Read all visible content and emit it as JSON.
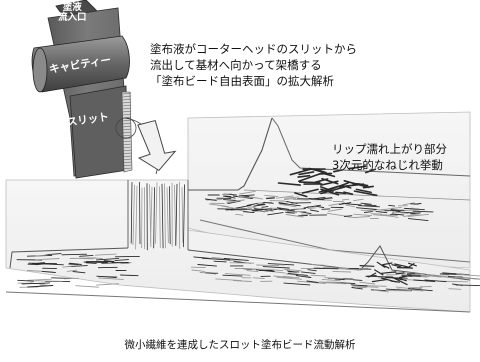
{
  "labels": {
    "inlet_line1": "塗液",
    "inlet_line2": "流入口",
    "cavity": "キャビティー",
    "slit": "スリット"
  },
  "description": {
    "line1": "塗布液がコーターヘッドのスリットから",
    "line2": "流出して基材へ向かって架橋する",
    "line3": "「塗布ビード自由表面」の拡大解析"
  },
  "lip_note": {
    "line1": "リップ濡れ上がり部分",
    "line2": "3次元的なねじれ挙動"
  },
  "caption": "微小繊維を連成したスロット塗布ビード流動解析",
  "colors": {
    "head_body": "#6e6e6e",
    "head_dark": "#454545",
    "fiber_dark": "#2a2a2a",
    "fiber_light": "#9a9a9a",
    "panel_fill": "#f3f3f3"
  }
}
